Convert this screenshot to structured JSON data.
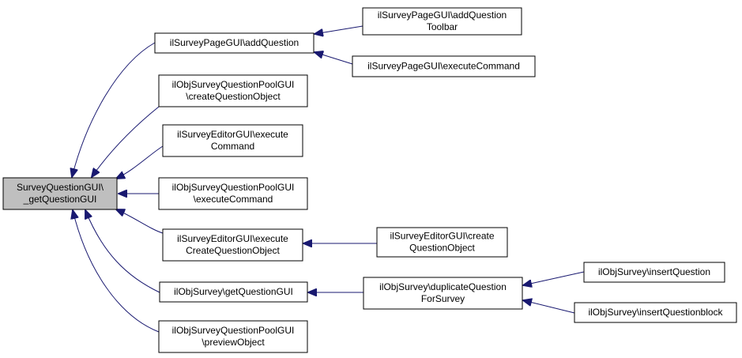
{
  "colors": {
    "edge": "#191970",
    "root_fill": "#bfbfbf",
    "node_fill": "#ffffff",
    "node_stroke": "#000000"
  },
  "nodes": [
    {
      "id": "root",
      "lines": [
        "SurveyQuestionGUI\\",
        "_getQuestionGUI"
      ]
    },
    {
      "id": "n1",
      "lines": [
        "ilSurveyPageGUI\\addQuestion"
      ]
    },
    {
      "id": "n2",
      "lines": [
        "ilObjSurveyQuestionPoolGUI",
        "\\createQuestionObject"
      ]
    },
    {
      "id": "n3",
      "lines": [
        "ilSurveyEditorGUI\\execute",
        "Command"
      ]
    },
    {
      "id": "n4",
      "lines": [
        "ilObjSurveyQuestionPoolGUI",
        "\\executeCommand"
      ]
    },
    {
      "id": "n5",
      "lines": [
        "ilSurveyEditorGUI\\execute",
        "CreateQuestionObject"
      ]
    },
    {
      "id": "n6",
      "lines": [
        "ilObjSurvey\\getQuestionGUI"
      ]
    },
    {
      "id": "n7",
      "lines": [
        "ilObjSurveyQuestionPoolGUI",
        "\\previewObject"
      ]
    },
    {
      "id": "n8",
      "lines": [
        "ilSurveyPageGUI\\addQuestion",
        "Toolbar"
      ]
    },
    {
      "id": "n9",
      "lines": [
        "ilSurveyPageGUI\\executeCommand"
      ]
    },
    {
      "id": "n10",
      "lines": [
        "ilSurveyEditorGUI\\create",
        "QuestionObject"
      ]
    },
    {
      "id": "n11",
      "lines": [
        "ilObjSurvey\\duplicateQuestion",
        "ForSurvey"
      ]
    },
    {
      "id": "n12",
      "lines": [
        "ilObjSurvey\\insertQuestion"
      ]
    },
    {
      "id": "n13",
      "lines": [
        "ilObjSurvey\\insertQuestionblock"
      ]
    }
  ],
  "edges": [
    {
      "from": "n1",
      "to": "root"
    },
    {
      "from": "n2",
      "to": "root"
    },
    {
      "from": "n3",
      "to": "root"
    },
    {
      "from": "n4",
      "to": "root"
    },
    {
      "from": "n5",
      "to": "root"
    },
    {
      "from": "n6",
      "to": "root"
    },
    {
      "from": "n7",
      "to": "root"
    },
    {
      "from": "n8",
      "to": "n1"
    },
    {
      "from": "n9",
      "to": "n1"
    },
    {
      "from": "n10",
      "to": "n5"
    },
    {
      "from": "n11",
      "to": "n6"
    },
    {
      "from": "n12",
      "to": "n11"
    },
    {
      "from": "n13",
      "to": "n11"
    }
  ]
}
